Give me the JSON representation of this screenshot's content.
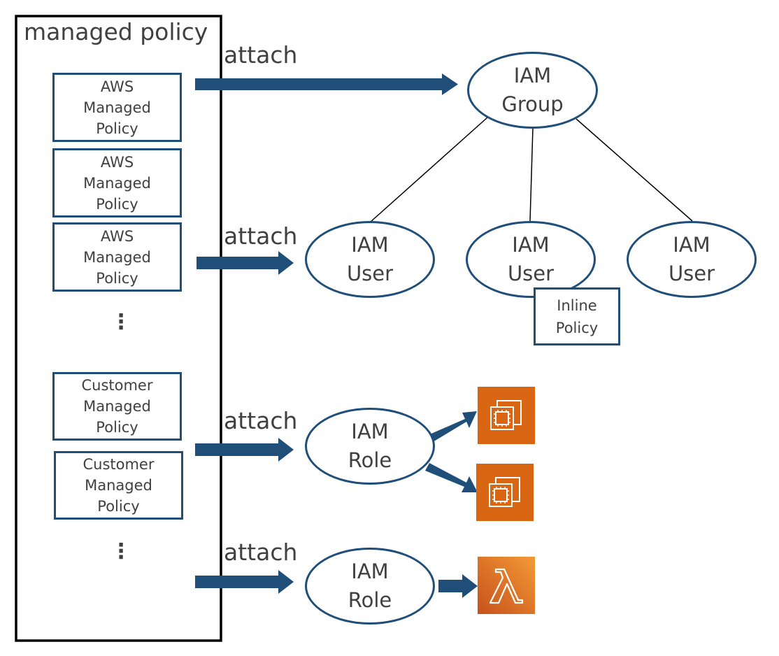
{
  "container": {
    "title": "managed policy"
  },
  "policies": [
    {
      "lines": [
        "AWS",
        "Managed",
        "Policy"
      ]
    },
    {
      "lines": [
        "AWS",
        "Managed",
        "Policy"
      ]
    },
    {
      "lines": [
        "AWS",
        "Managed",
        "Policy"
      ]
    },
    {
      "lines": [
        "Customer",
        "Managed",
        "Policy"
      ]
    },
    {
      "lines": [
        "Customer",
        "Managed",
        "Policy"
      ]
    }
  ],
  "ellipsis": [
    "⋮",
    "⋮"
  ],
  "attach_labels": [
    "attach",
    "attach",
    "attach",
    "attach"
  ],
  "nodes": {
    "group": {
      "lines": [
        "IAM",
        "Group"
      ]
    },
    "user1": {
      "lines": [
        "IAM",
        "User"
      ]
    },
    "user2": {
      "lines": [
        "IAM",
        "User"
      ]
    },
    "user3": {
      "lines": [
        "IAM",
        "User"
      ]
    },
    "role1": {
      "lines": [
        "IAM",
        "Role"
      ]
    },
    "role2": {
      "lines": [
        "IAM",
        "Role"
      ]
    }
  },
  "inline_policy": {
    "lines": [
      "Inline",
      "Policy"
    ]
  },
  "services": [
    {
      "icon": "ec2-instance-icon"
    },
    {
      "icon": "ec2-instance-icon"
    },
    {
      "icon": "lambda-icon"
    }
  ],
  "colors": {
    "stroke": "#1f4e79",
    "arrow": "#1f4e79",
    "ec2_orange": "#d86613",
    "lambda_orange": "#ea7a1f",
    "text": "#404040"
  }
}
